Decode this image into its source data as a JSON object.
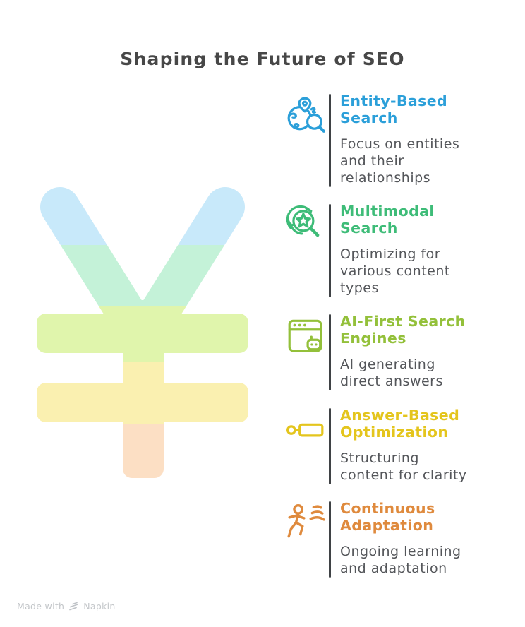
{
  "title": "Shaping the Future of SEO",
  "items": [
    {
      "title": "Entity-Based\nSearch",
      "description": "Focus on entities\nand their\nrelationships",
      "color": "#2b9fd9",
      "icon": "globe-pin-search-icon"
    },
    {
      "title": "Multimodal\nSearch",
      "description": "Optimizing for\nvarious content\ntypes",
      "color": "#3ebc78",
      "icon": "star-search-refresh-icon"
    },
    {
      "title": "AI-First Search\nEngines",
      "description": "AI generating\ndirect answers",
      "color": "#93c03a",
      "icon": "browser-robot-icon"
    },
    {
      "title": "Answer-Based\nOptimization",
      "description": "Structuring\ncontent for clarity",
      "color": "#e4c51d",
      "icon": "node-link-icon"
    },
    {
      "title": "Continuous\nAdaptation",
      "description": "Ongoing learning\nand adaptation",
      "color": "#df8a3d",
      "icon": "runner-waves-icon"
    }
  ],
  "yen": {
    "symbol": "¥",
    "bands": [
      {
        "color": "#c8e9fa"
      },
      {
        "color": "#c4f2d8"
      },
      {
        "color": "#e0f5ac"
      },
      {
        "color": "#faf0b0"
      },
      {
        "color": "#fcdfc4"
      }
    ]
  },
  "footer": {
    "made_with": "Made with",
    "brand": "Napkin"
  }
}
